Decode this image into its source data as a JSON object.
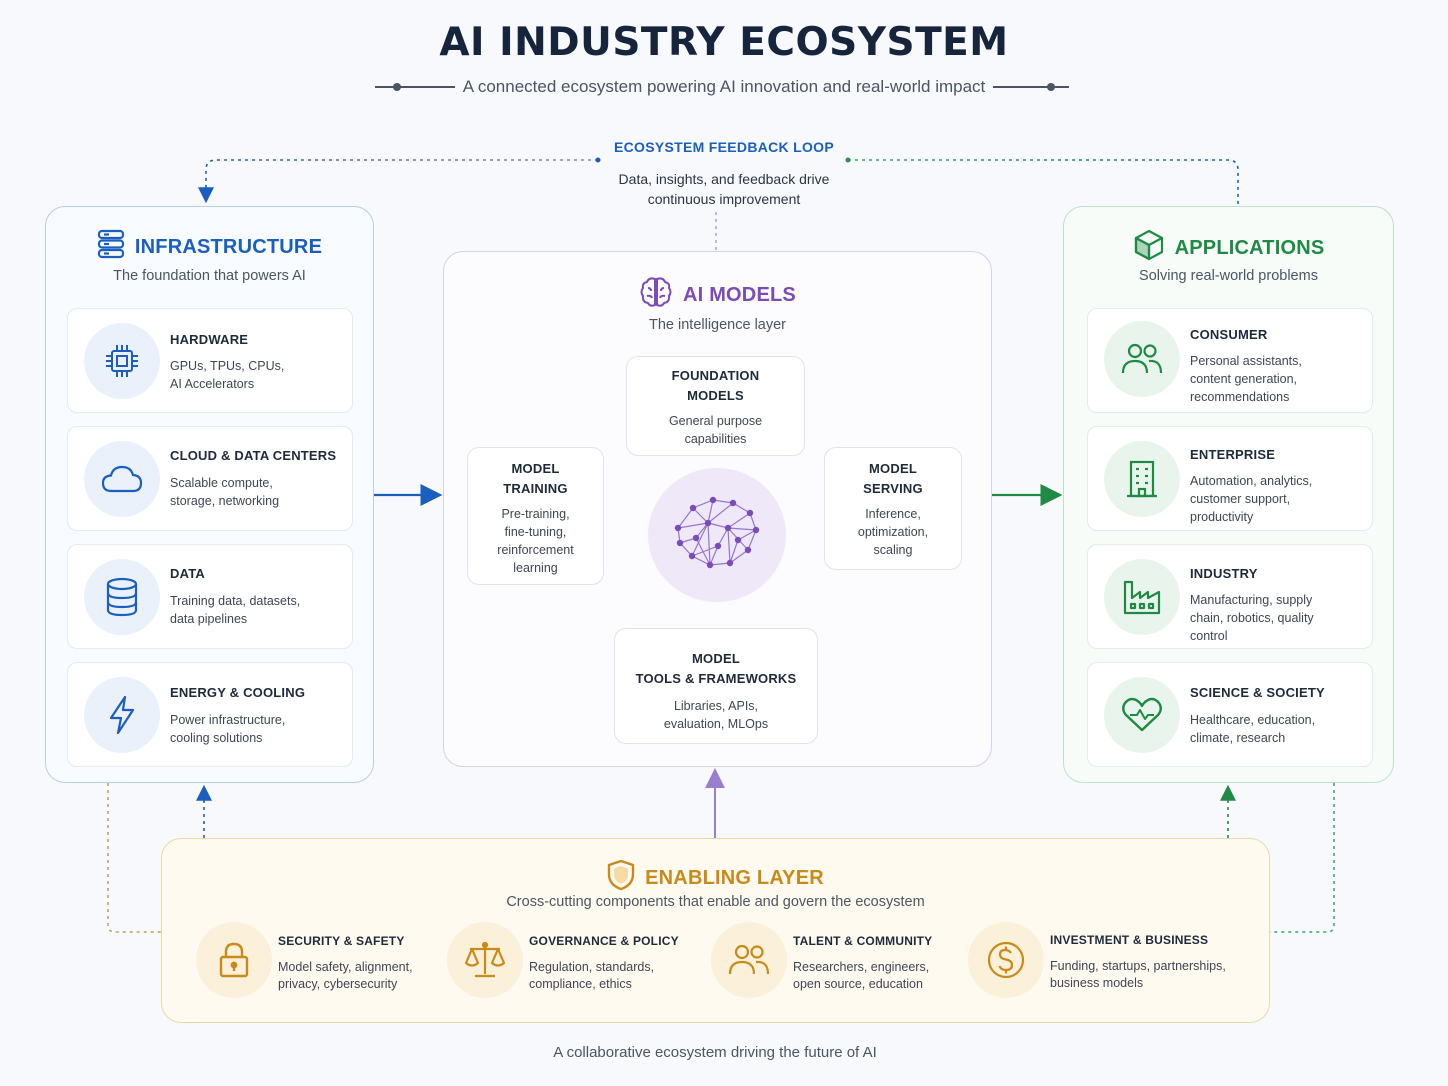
{
  "header": {
    "title": "AI INDUSTRY ECOSYSTEM",
    "subtitle": "A connected ecosystem powering AI innovation and real-world impact"
  },
  "feedback_loop": {
    "title": "ECOSYSTEM FEEDBACK LOOP",
    "text_line1": "Data, insights, and feedback drive",
    "text_line2": "continuous improvement"
  },
  "infrastructure": {
    "title": "INFRASTRUCTURE",
    "subtitle": "The foundation that powers AI",
    "items": [
      {
        "title": "HARDWARE",
        "line1": "GPUs, TPUs, CPUs,",
        "line2": "AI Accelerators",
        "icon": "chip-icon"
      },
      {
        "title": "CLOUD & DATA CENTERS",
        "line1": "Scalable compute,",
        "line2": "storage, networking",
        "icon": "cloud-icon"
      },
      {
        "title": "DATA",
        "line1": "Training data, datasets,",
        "line2": "data pipelines",
        "icon": "database-icon"
      },
      {
        "title": "ENERGY & COOLING",
        "line1": "Power infrastructure,",
        "line2": "cooling solutions",
        "icon": "lightning-icon"
      }
    ]
  },
  "ai_models": {
    "title": "AI MODELS",
    "subtitle": "The intelligence layer",
    "foundation": {
      "t1": "FOUNDATION",
      "t2": "MODELS",
      "d1": "General purpose",
      "d2": "capabilities"
    },
    "training": {
      "t1": "MODEL",
      "t2": "TRAINING",
      "d1": "Pre-training,",
      "d2": "fine-tuning,",
      "d3": "reinforcement",
      "d4": "learning"
    },
    "serving": {
      "t1": "MODEL",
      "t2": "SERVING",
      "d1": "Inference,",
      "d2": "optimization,",
      "d3": "scaling"
    },
    "tools": {
      "t1": "MODEL",
      "t2": "TOOLS & FRAMEWORKS",
      "d1": "Libraries, APIs,",
      "d2": "evaluation, MLOps"
    }
  },
  "applications": {
    "title": "APPLICATIONS",
    "subtitle": "Solving real-world problems",
    "items": [
      {
        "title": "CONSUMER",
        "line1": "Personal assistants,",
        "line2": "content generation,",
        "line3": "recommendations",
        "icon": "users-icon"
      },
      {
        "title": "ENTERPRISE",
        "line1": "Automation, analytics,",
        "line2": "customer support,",
        "line3": "productivity",
        "icon": "building-icon"
      },
      {
        "title": "INDUSTRY",
        "line1": "Manufacturing, supply",
        "line2": "chain, robotics, quality",
        "line3": "control",
        "icon": "factory-icon"
      },
      {
        "title": "SCIENCE & SOCIETY",
        "line1": "Healthcare, education,",
        "line2": "climate, research",
        "line3": "",
        "icon": "heart-icon"
      }
    ]
  },
  "enabling": {
    "title": "ENABLING LAYER",
    "subtitle": "Cross-cutting components that enable and govern the ecosystem",
    "items": [
      {
        "title": "SECURITY & SAFETY",
        "line1": "Model safety, alignment,",
        "line2": "privacy, cybersecurity",
        "icon": "lock-icon"
      },
      {
        "title": "GOVERNANCE & POLICY",
        "line1": "Regulation, standards,",
        "line2": "compliance, ethics",
        "icon": "scales-icon"
      },
      {
        "title": "TALENT & COMMUNITY",
        "line1": "Researchers, engineers,",
        "line2": "open source, education",
        "icon": "people-icon"
      },
      {
        "title": "INVESTMENT & BUSINESS",
        "line1": "Funding, startups, partnerships,",
        "line2": "business models",
        "icon": "dollar-icon"
      }
    ]
  },
  "footer": "A collaborative ecosystem driving the future of AI",
  "colors": {
    "infrastructure": "#1a5fc0",
    "ai_models": "#7b4bb8",
    "applications": "#1e8a45",
    "enabling": "#c98a1a"
  }
}
